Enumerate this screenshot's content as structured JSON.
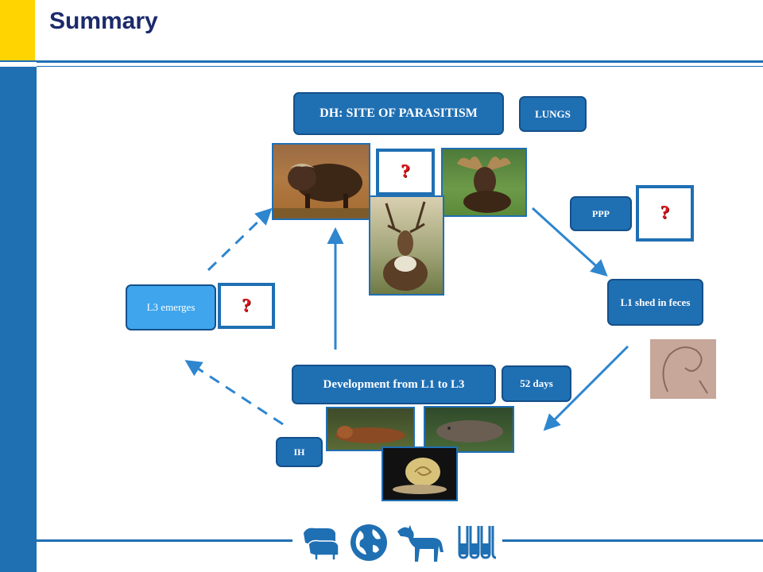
{
  "title": "Summary",
  "boxes": {
    "dh_site": "DH:  SITE OF PARASITISM",
    "lungs": "LUNGS",
    "ppp": "PPP",
    "l1_shed": "L1 shed in feces",
    "development": "Development from L1 to L3",
    "days": "52 days",
    "ih": "IH",
    "l3_emerges": "L3 emerges"
  },
  "question_mark": "?",
  "icons": [
    "cattle-icon",
    "globe-icon",
    "horse-icon",
    "test-tubes-icon"
  ],
  "colors": {
    "primary": "#1f6fb3",
    "light_box": "#3fa5ec",
    "accent_yellow": "#ffd400",
    "question": "#e0141a",
    "title": "#1b2a6b"
  }
}
